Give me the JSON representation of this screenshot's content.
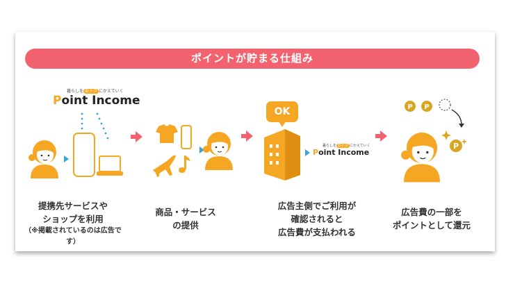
{
  "title": "ポイントが貯まる仕組み",
  "logo": {
    "tagline_pre": "暮らしを",
    "tagline_badge": "おトク",
    "tagline_post": "にかえていく",
    "name_p": "P",
    "name_rest": "oint Income"
  },
  "ok_label": "OK",
  "steps": [
    {
      "lines": [
        "提携先サービスや",
        "ショップを利用"
      ],
      "note": "（※掲載されているのは広告です）"
    },
    {
      "lines": [
        "商品・サービス",
        "の提供"
      ]
    },
    {
      "lines": [
        "広告主側でご利用が",
        "確認されると",
        "広告費が支払われる"
      ]
    },
    {
      "lines": [
        "広告費の一部を",
        "ポイントとして還元"
      ]
    }
  ],
  "colors": {
    "banner": "#f2636f",
    "accent_orange": "#f5a623",
    "arrow_pink": "#f2636f",
    "arrow_blue": "#3aa6d8",
    "dots_blue": "#3aa6d8",
    "coin": "#d9a521"
  }
}
